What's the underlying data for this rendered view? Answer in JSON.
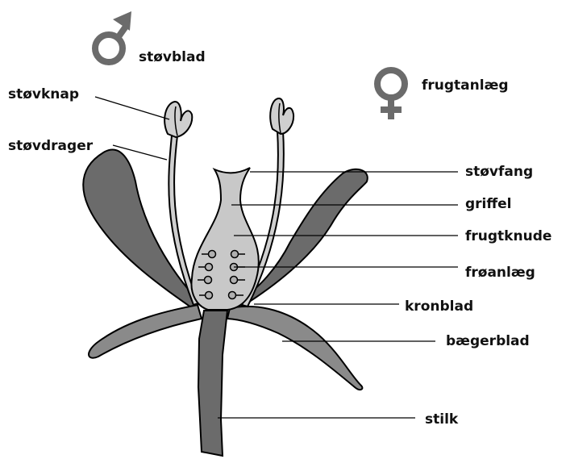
{
  "colors": {
    "outline": "#000000",
    "petal_dark": "#6b6b6b",
    "sepal_mid": "#8a8a8a",
    "pistil_light": "#c8c8c8",
    "stamen_light": "#cfcfcf",
    "symbol_gray": "#6b6b6b",
    "leader_line": "#000000"
  },
  "symbols": {
    "male": "male-symbol-icon",
    "female": "female-symbol-icon"
  },
  "labels": {
    "stovblad": "støvblad",
    "frugtanlaeg": "frugtanlæg",
    "stovknap": "støvknap",
    "stovdrager": "støvdrager",
    "stovfang": "støvfang",
    "griffel": "griffel",
    "frugtknude": "frugtknude",
    "froanlaeg": "frøanlæg",
    "kronblad": "kronblad",
    "baegerblad": "bægerblad",
    "stilk": "stilk"
  }
}
